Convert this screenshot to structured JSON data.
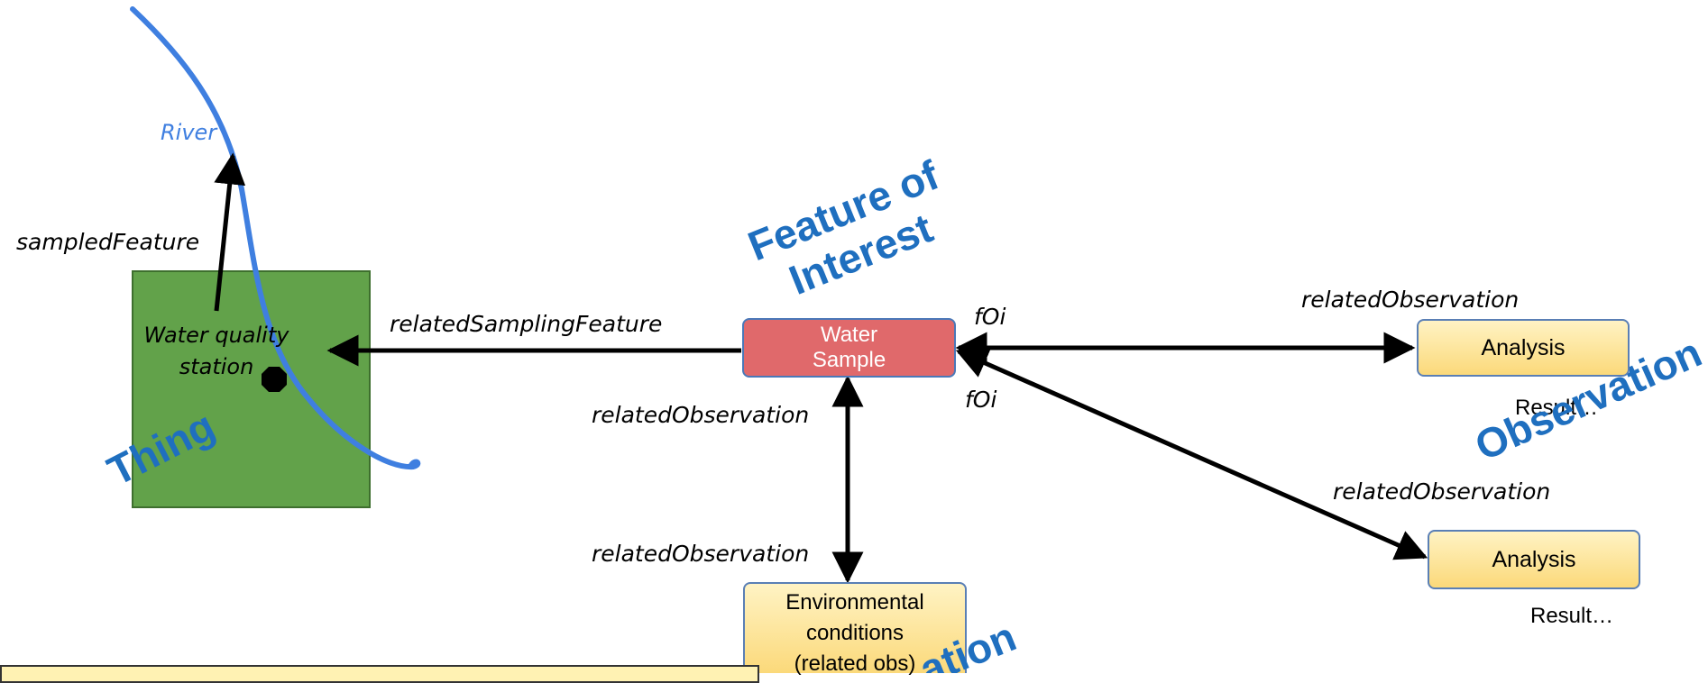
{
  "labels": {
    "river": "River",
    "sampled_feature": "sampledFeature",
    "station": "Water quality station",
    "thing": "Thing",
    "feature_of_interest": "Feature of Interest",
    "related_sampling_feature": "relatedSamplingFeature",
    "foi_top": "fOi",
    "foi_bottom": "fOi",
    "related_obs_right_top": "relatedObservation",
    "related_obs_right_bottom": "relatedObservation",
    "related_obs_vertical_top": "relatedObservation",
    "related_obs_vertical_bottom": "relatedObservation",
    "observation": "Observation",
    "observation_bottom": "ation",
    "result_1": "Result…",
    "result_2": "Result…"
  },
  "boxes": {
    "water_sample": "Water Sample",
    "analysis_1": "Analysis",
    "analysis_2": "Analysis",
    "environmental": "Environmental conditions (related obs)"
  },
  "colors": {
    "thing_fill": "#62a24a",
    "river_line": "#3f7fe0",
    "accent_text": "#1f6fbf",
    "water_sample_fill": "#e0696b",
    "analysis_fill": "#fbd97a"
  }
}
